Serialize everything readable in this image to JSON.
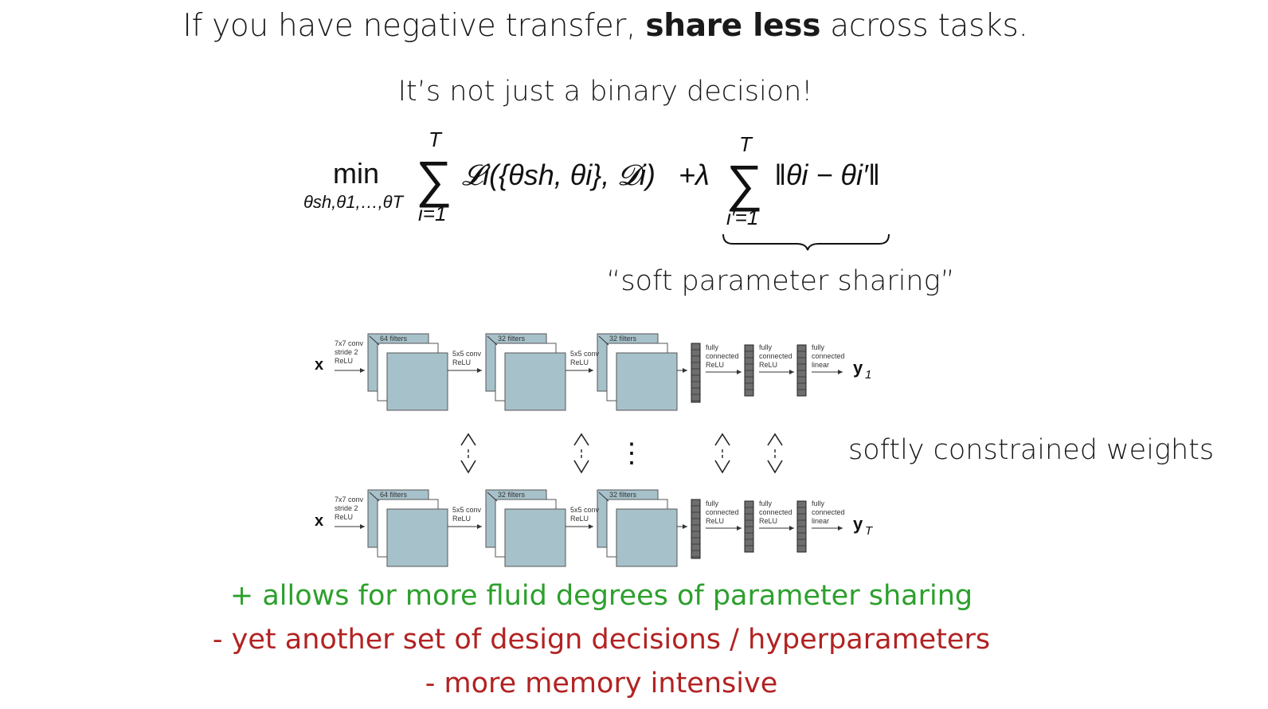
{
  "title": {
    "pre": "If you have negative transfer, ",
    "bold": "share less",
    "post": " across tasks."
  },
  "subtitle": "It’s not just a binary decision!",
  "equation": {
    "min": "min",
    "min_sub": "θsh,θ1,…,θT",
    "sum1_top": "T",
    "sum1_bottom": "i=1",
    "loss_term": "𝓛i({θsh, θi}, 𝓓i)",
    "lambda": "+λ",
    "sum2_top": "T",
    "sum2_bottom": "i′=1",
    "reg_term": "‖θi − θi′‖"
  },
  "brace_label": "“soft parameter sharing”",
  "networks": [
    {
      "input": "x",
      "output": "y",
      "output_sub": "1",
      "conv1_label": [
        "7x7 conv",
        "stride 2",
        "ReLU"
      ],
      "filters": [
        "64 filters",
        "32 filters",
        "32 filters"
      ],
      "conv_label": [
        "5x5 conv",
        "ReLU"
      ],
      "fc_labels": [
        [
          "fully",
          "connected",
          "ReLU"
        ],
        [
          "fully",
          "connected",
          "ReLU"
        ],
        [
          "fully",
          "connected",
          "linear"
        ]
      ]
    },
    {
      "input": "x",
      "output": "y",
      "output_sub": "T",
      "conv1_label": [
        "7x7 conv",
        "stride 2",
        "ReLU"
      ],
      "filters": [
        "64 filters",
        "32 filters",
        "32 filters"
      ],
      "conv_label": [
        "5x5 conv",
        "ReLU"
      ],
      "fc_labels": [
        [
          "fully",
          "connected",
          "ReLU"
        ],
        [
          "fully",
          "connected",
          "ReLU"
        ],
        [
          "fully",
          "connected",
          "linear"
        ]
      ]
    }
  ],
  "vertical_dots": "⋮",
  "softly_label": "softly constrained weights",
  "pro": "+ allows for more fluid degrees of parameter sharing",
  "con1": "- yet another set of design decisions / hyperparameters",
  "con2": "- more memory intensive",
  "colors": {
    "pro": "#2ca02c",
    "con": "#b22222",
    "conv_fill": "#a7c1ca",
    "fc_fill": "#6e6e6e"
  }
}
